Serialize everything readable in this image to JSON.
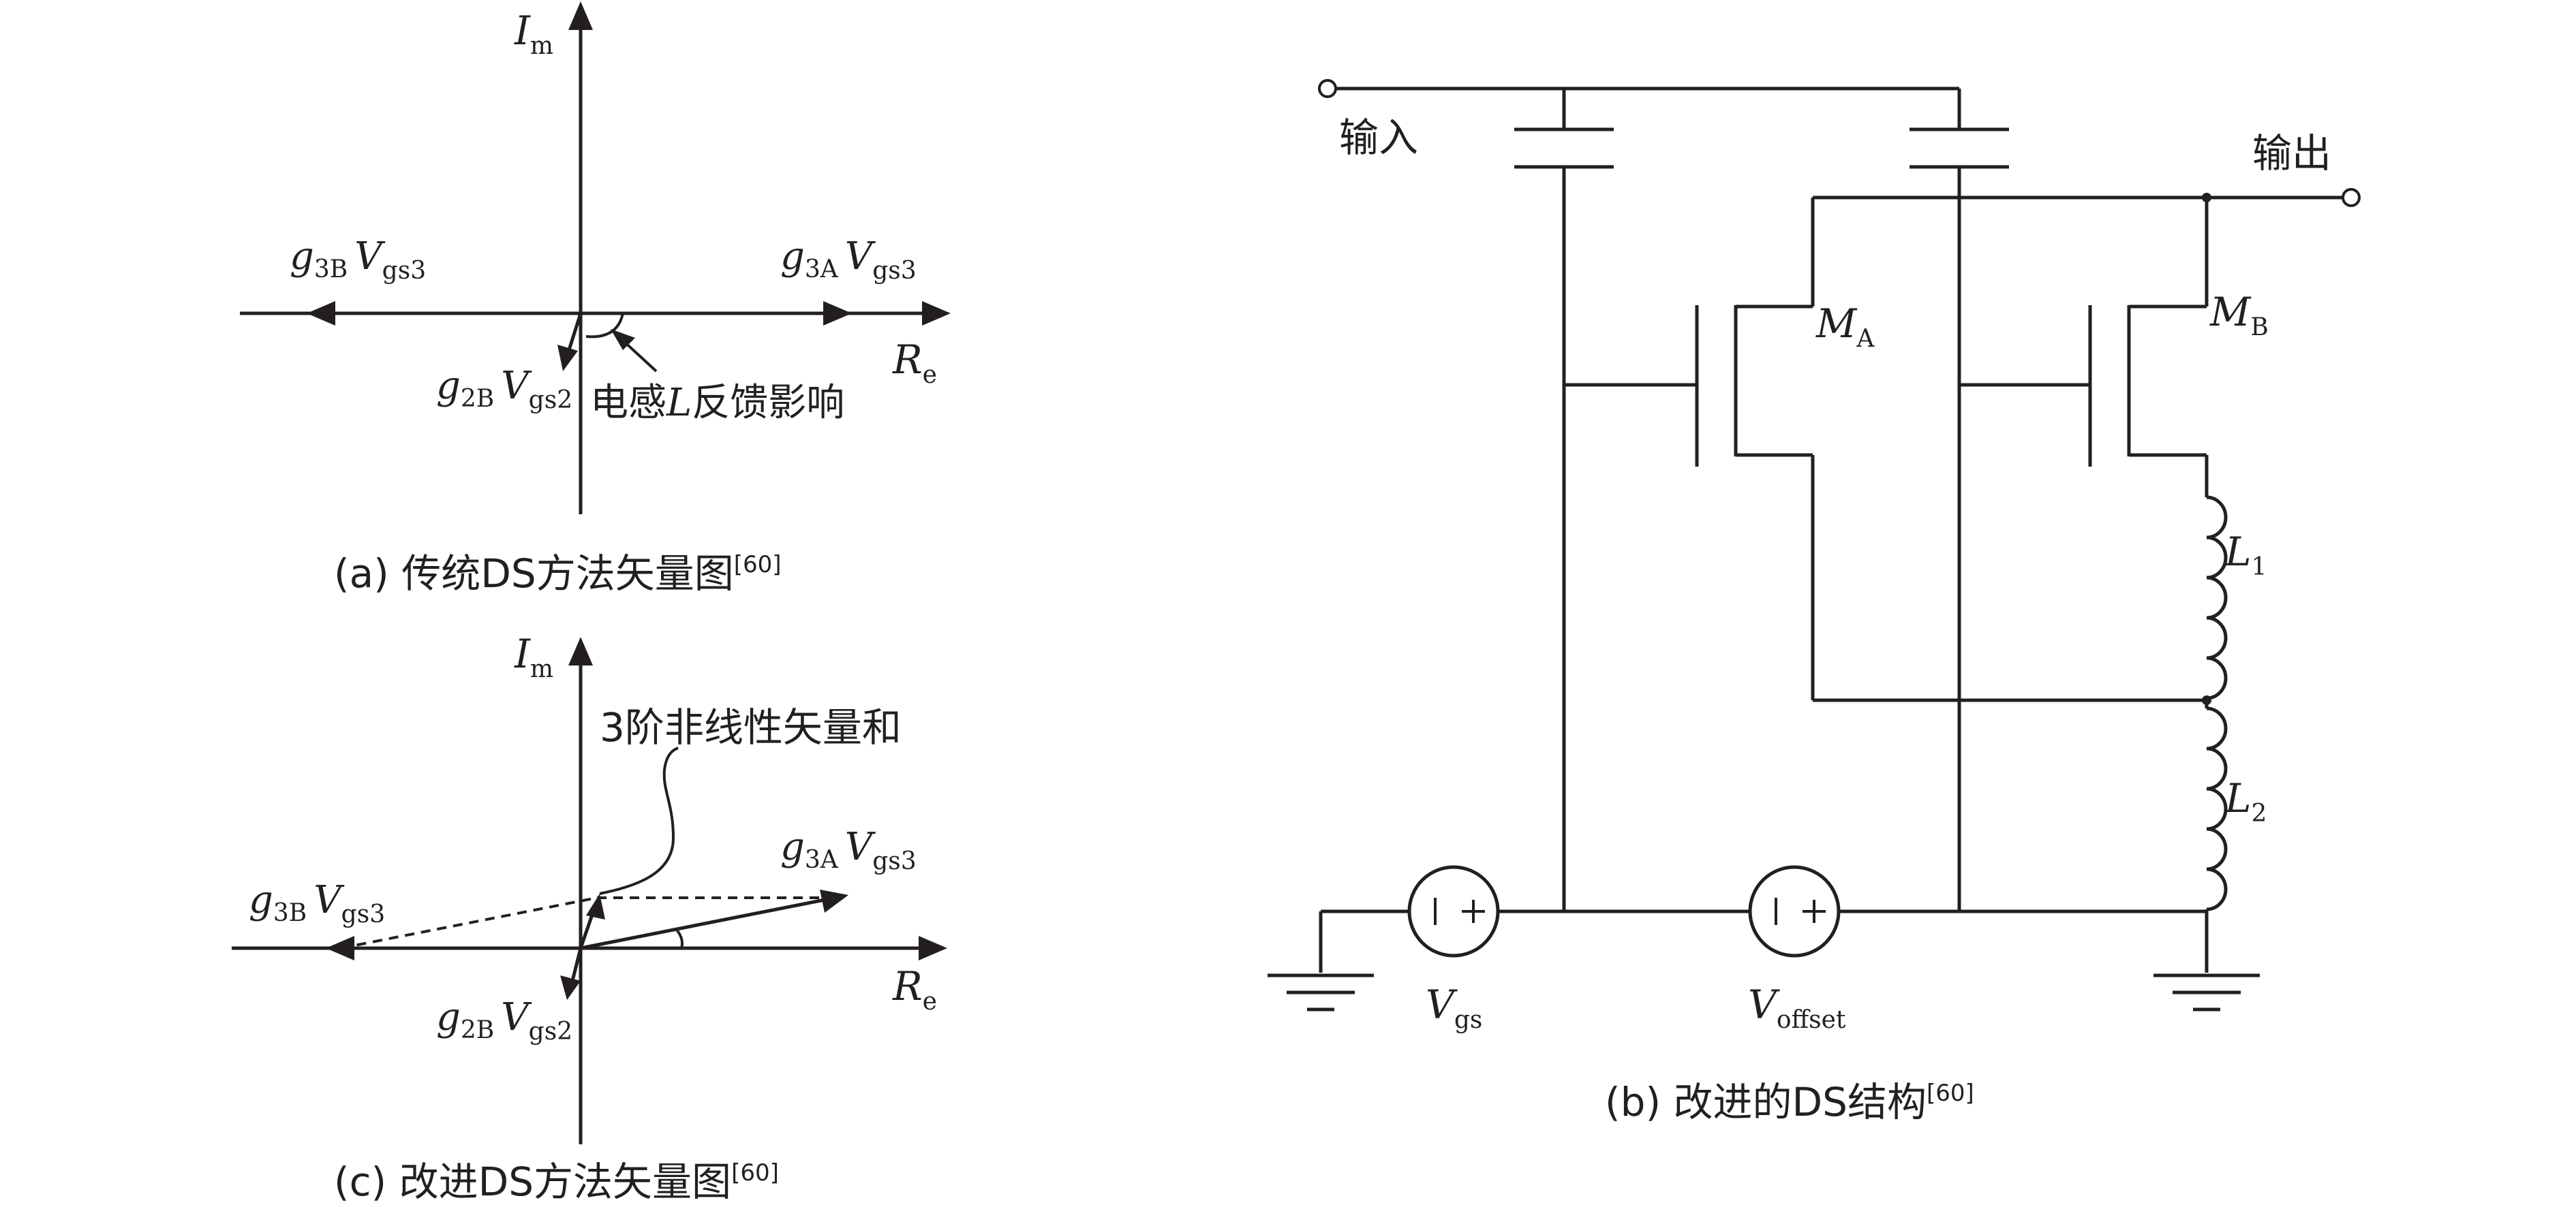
{
  "panel_a": {
    "axis_im": {
      "main": "I",
      "sub": "m"
    },
    "axis_re": {
      "main": "R",
      "sub": "e"
    },
    "label_g3b": {
      "g": "g",
      "gsub": "3B",
      "v": "V",
      "vsub": "gs3"
    },
    "label_g3a": {
      "g": "g",
      "gsub": "3A",
      "v": "V",
      "vsub": "gs3"
    },
    "label_g2b": {
      "g": "g",
      "gsub": "2B",
      "v": "V",
      "vsub": "gs2"
    },
    "annotation": {
      "pre": "电感",
      "var": "L",
      "post": "反馈影响"
    },
    "caption": {
      "text": "(a) 传统DS方法矢量图",
      "ref": "[60]"
    }
  },
  "panel_c": {
    "axis_im": {
      "main": "I",
      "sub": "m"
    },
    "axis_re": {
      "main": "R",
      "sub": "e"
    },
    "label_g3b": {
      "g": "g",
      "gsub": "3B",
      "v": "V",
      "vsub": "gs3"
    },
    "label_g3a": {
      "g": "g",
      "gsub": "3A",
      "v": "V",
      "vsub": "gs3"
    },
    "label_g2b": {
      "g": "g",
      "gsub": "2B",
      "v": "V",
      "vsub": "gs2"
    },
    "annotation": "3阶非线性矢量和",
    "caption": {
      "text": "(c) 改进DS方法矢量图",
      "ref": "[60]"
    }
  },
  "panel_b": {
    "input_label": "输入",
    "output_label": "输出",
    "ma": {
      "main": "M",
      "sub": "A"
    },
    "mb": {
      "main": "M",
      "sub": "B"
    },
    "l1": {
      "main": "L",
      "sub": "1"
    },
    "l2": {
      "main": "L",
      "sub": "2"
    },
    "vgs": {
      "main": "V",
      "sub": "gs"
    },
    "voffset": {
      "main": "V",
      "sub": "offset"
    },
    "source_minus": "I",
    "source_plus": "+",
    "caption": {
      "text": "(b) 改进的DS结构",
      "ref": "[60]"
    }
  },
  "colors": {
    "ink": "#231f20",
    "background": "#ffffff"
  },
  "icons": [
    "ground-icon",
    "voltage-source-icon",
    "inductor-icon",
    "mosfet-icon",
    "capacitor-icon"
  ]
}
